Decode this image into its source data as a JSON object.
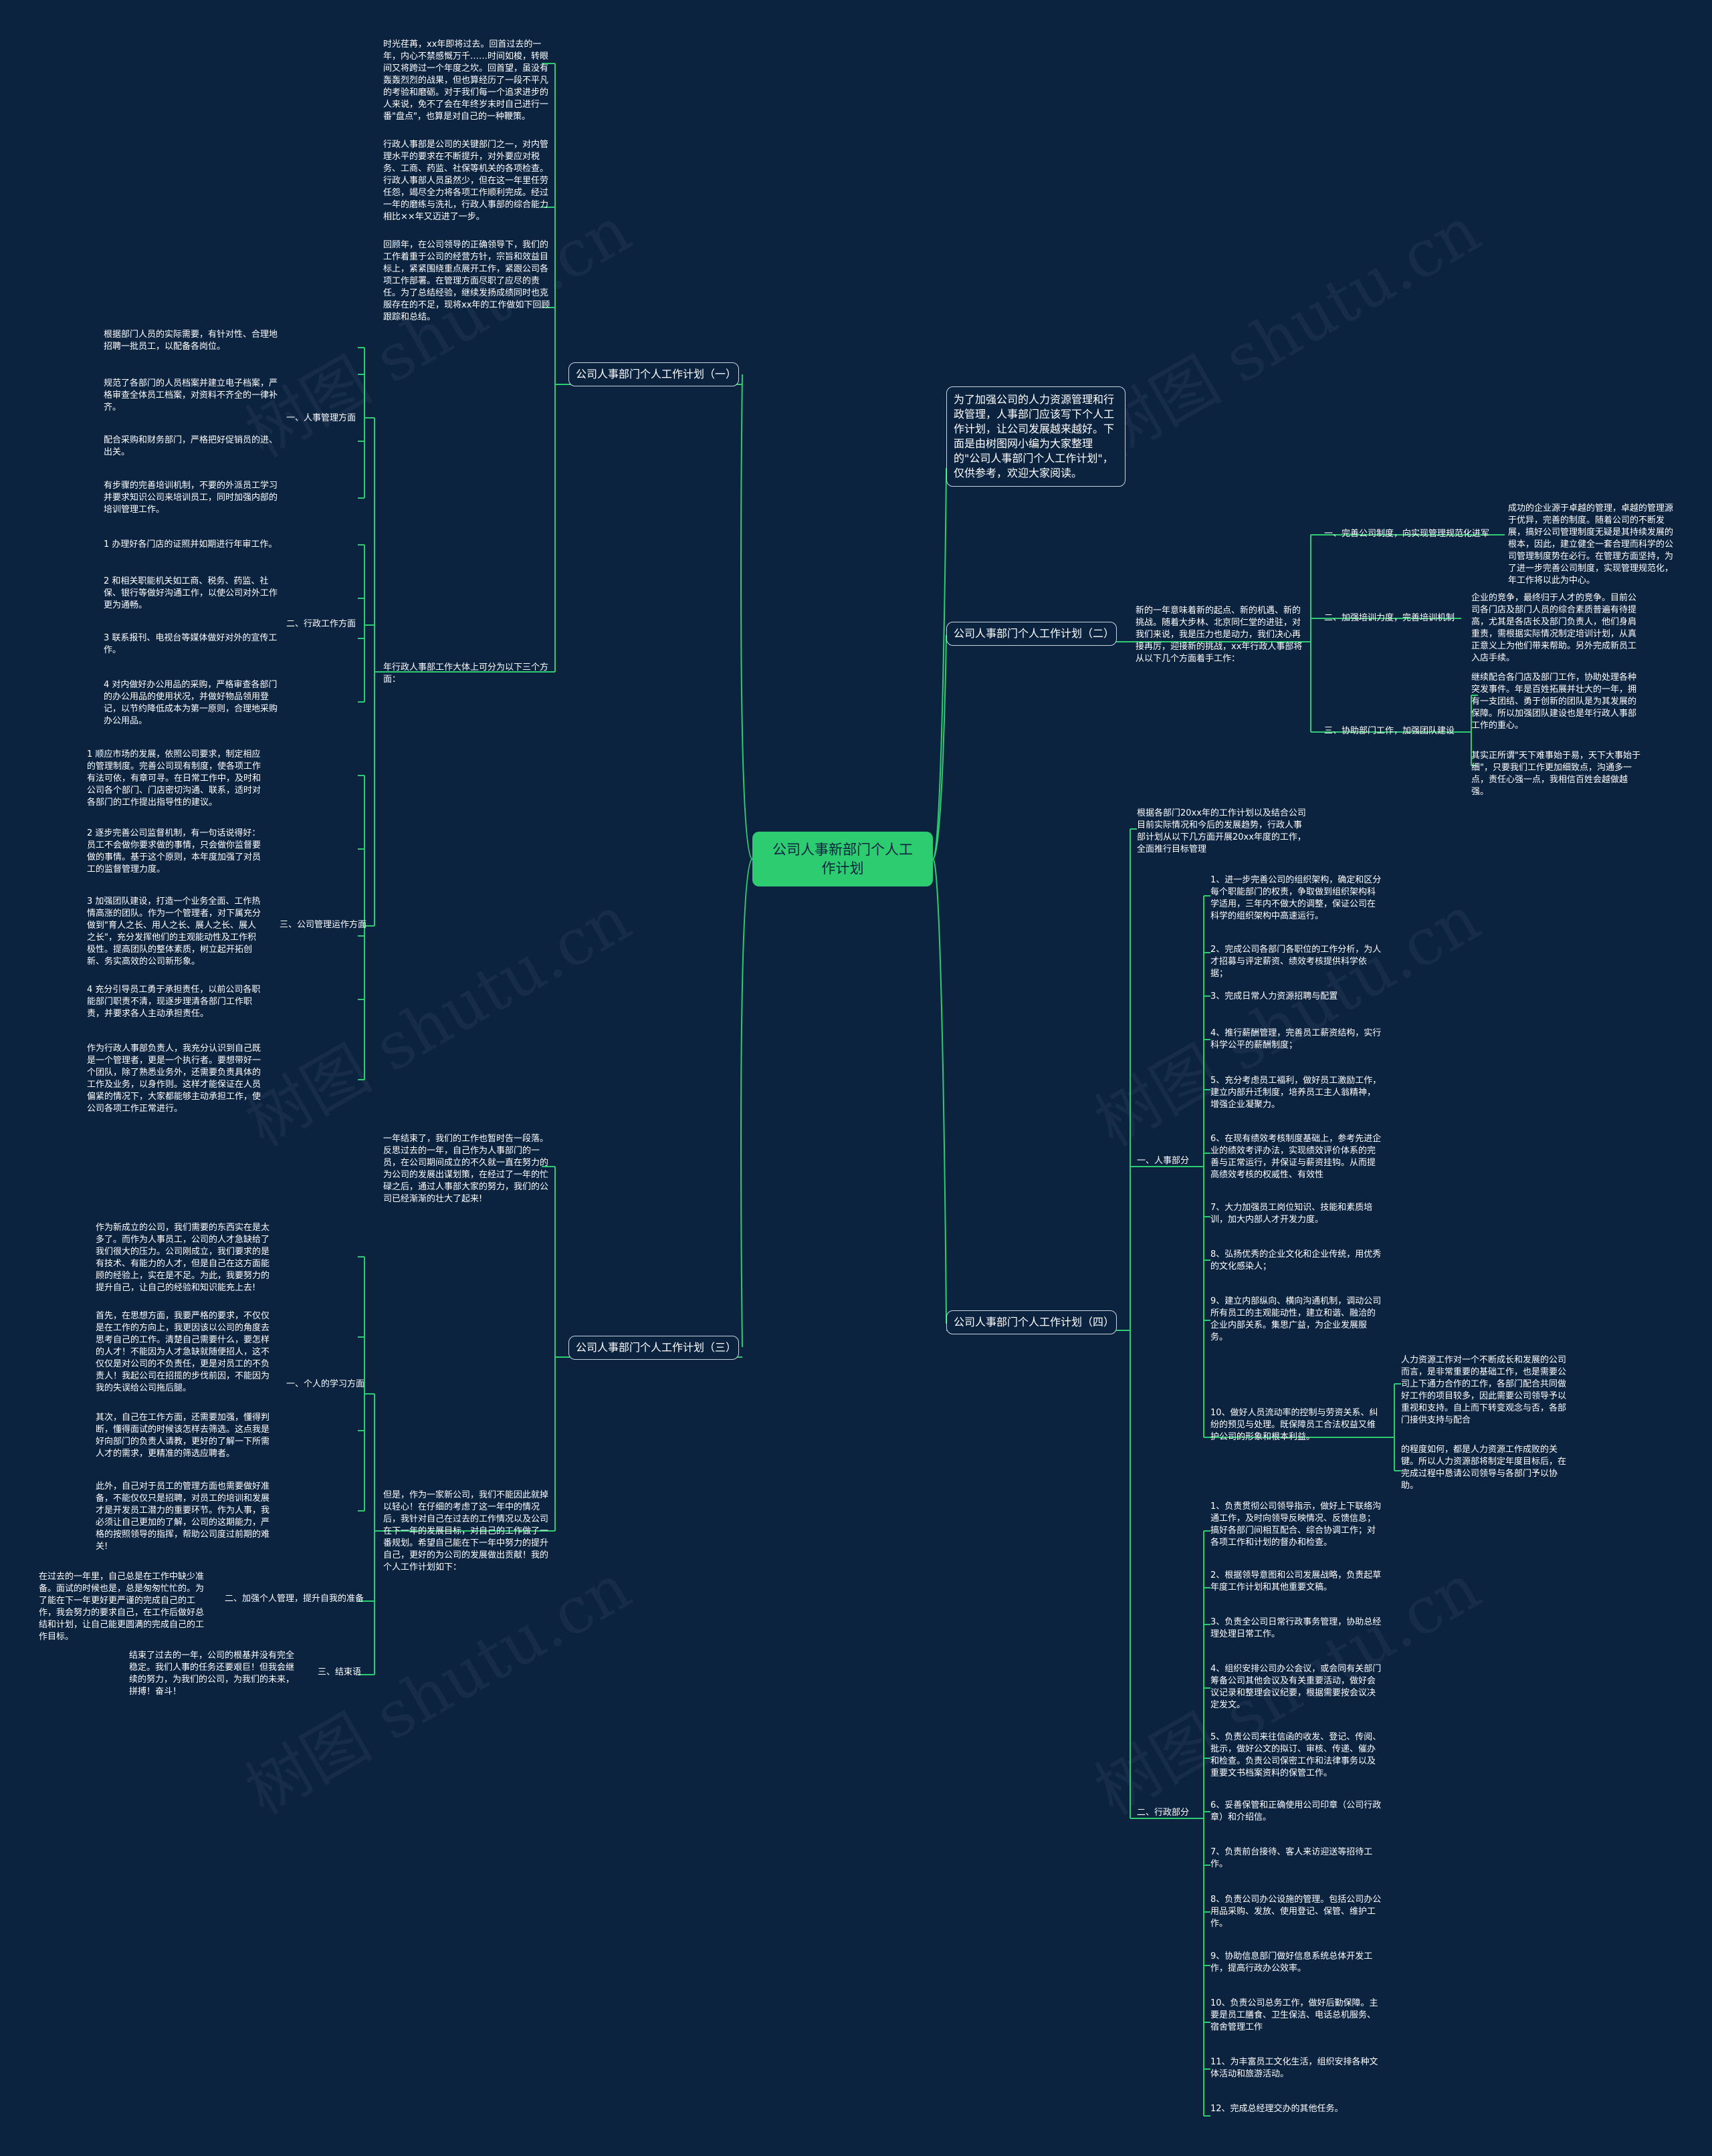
{
  "watermark": "树图 shutu.cn",
  "root": "公司人事新部门个人工作计划",
  "intro": "为了加强公司的人力资源管理和行政管理，人事部门应该写下个人工作计划，让公司发展越来越好。下面是由树图网小编为大家整理的\"公司人事部门个人工作计划\"，仅供参考，欢迎大家阅读。",
  "b1": {
    "title": "公司人事部门个人工作计划（一）",
    "p1": "时光荏苒，xx年即将过去。回首过去的一年，内心不禁感慨万千……时间如梭，转眼间又将跨过一个年度之坎。回首望，虽没有轰轰烈烈的战果，但也算经历了一段不平凡的考验和磨砺。对于我们每一个追求进步的人来说，免不了会在年终岁末时自己进行一番\"盘点\"，也算是对自己的一种鞭策。",
    "p2": "行政人事部是公司的关键部门之一，对内管理水平的要求在不断提升，对外要应对税务、工商、药监、社保等机关的各项检查。行政人事部人员虽然少，但在这一年里任劳任怨，竭尽全力将各项工作顺利完成。经过一年的磨练与洗礼，行政人事部的综合能力相比××年又迈进了一步。",
    "p3": "回顾年，在公司领导的正确领导下，我们的工作着重于公司的经营方针，宗旨和效益目标上，紧紧围绕重点展开工作，紧跟公司各项工作部署。在管理方面尽职了应尽的责任。为了总结经验，继续发扬成绩同时也克服存在的不足，现将xx年的工作做如下回顾跟踪和总结。",
    "summary": "年行政人事部工作大体上可分为以下三个方面：",
    "s1": {
      "label": "一、人事管理方面",
      "items": [
        "根据部门人员的实际需要，有针对性、合理地招聘一批员工，以配备各岗位。",
        "规范了各部门的人员档案并建立电子档案，严格审查全体员工档案，对资料不齐全的一律补齐。",
        "配合采购和财务部门，严格把好促销员的进、出关。",
        "有步骤的完善培训机制，不要的外派员工学习并要求知识公司来培训员工，同时加强内部的培训管理工作。"
      ]
    },
    "s2": {
      "label": "二、行政工作方面",
      "items": [
        "1 办理好各门店的证照并如期进行年审工作。",
        "2 和相关职能机关如工商、税务、药监、社保、银行等做好沟通工作，以使公司对外工作更为通畅。",
        "3 联系报刊、电视台等媒体做好对外的宣传工作。",
        "4 对内做好办公用品的采购，严格审查各部门的办公用品的使用状况，并做好物品领用登记，以节约降低成本为第一原则，合理地采购办公用品。"
      ]
    },
    "s3": {
      "label": "三、公司管理运作方面",
      "items": [
        "1 顺应市场的发展，依照公司要求，制定相应的管理制度。完善公司现有制度，使各项工作有法可依，有章可寻。在日常工作中，及时和公司各个部门、门店密切沟通、联系，适时对各部门的工作提出指导性的建议。",
        "2 逐步完善公司监督机制，有一句话说得好：员工不会做你要求做的事情，只会做你监督要做的事情。基于这个原则，本年度加强了对员工的监督管理力度。",
        "3 加强团队建设，打造一个业务全面、工作热情高涨的团队。作为一个管理者，对下属充分做到\"育人之长、用人之长、展人之长、展人之长\"，充分发挥他们的主观能动性及工作积极性。提高团队的整体素质，树立起开拓创新、务实高效的公司新形象。",
        "4 充分引导员工勇于承担责任，以前公司各职能部门职责不清，现逐步理清各部门工作职责，并要求各人主动承担责任。",
        "作为行政人事部负责人，我充分认识到自己既是一个管理者，更是一个执行者。要想带好一个团队，除了熟悉业务外，还需要负责具体的工作及业务，以身作则。这样才能保证在人员偏紧的情况下，大家都能够主动承担工作，使公司各项工作正常进行。"
      ]
    }
  },
  "b2": {
    "title": "公司人事部门个人工作计划（二）",
    "desc": "新的一年意味着新的起点、新的机遇、新的挑战。随着大步林、北京同仁堂的进驻，对我们来说，我是压力也是动力，我们决心再接再厉，迎接新的挑战，xx年行政人事部将从以下几个方面着手工作：",
    "s1": {
      "label": "一、完善公司制度，向实现管理规范化进军",
      "text": "成功的企业源于卓越的管理，卓越的管理源于优异，完善的制度。随着公司的不断发展，搞好公司管理制度无疑是其持续发展的根本，因此，建立健全一套合理而科学的公司管理制度势在必行。在管理方面坚持，为了进一步完善公司制度，实现管理规范化，年工作将以此为中心。"
    },
    "s2": {
      "label": "二、加强培训力度，完善培训机制",
      "text": "企业的竞争，最终归于人才的竞争。目前公司各门店及部门人员的综合素质普遍有待提高，尤其是各店长及部门负责人，他们身肩重责，需根据实际情况制定培训计划，从真正意义上为他们带来帮助。另外完成新员工入店手续。"
    },
    "s3": {
      "label": "三、协助部门工作，加强团队建设",
      "t1": "继续配合各门店及部门工作，协助处理各种突发事件。年是百姓拓展并壮大的一年，拥有一支团结、勇于创新的团队是为其发展的保障。所以加强团队建设也是年行政人事部工作的重心。",
      "t2": "其实正所谓\"天下难事始于易，天下大事始于细\"，只要我们工作更加细致点，沟通多一点，责任心强一点，我相信百姓会越做越强。"
    }
  },
  "b3": {
    "title": "公司人事部门个人工作计划（三）",
    "p1": "一年结束了，我们的工作也暂时告一段落。反思过去的一年，自己作为人事部门的一员，在公司期间成立的不久就一直在努力的为公司的发展出谋划策，在经过了一年的忙碌之后，通过人事部大家的努力，我们的公司已经渐渐的壮大了起来!",
    "p2": "但是，作为一家新公司，我们不能因此就掉以轻心！在仔细的考虑了这一年中的情况后，我针对自己在过去的工作情况以及公司在下一年的发展目标，对自己的工作做了一番规划。希望自己能在下一年中努力的提升自己，更好的为公司的发展做出贡献！我的个人工作计划如下：",
    "s1": {
      "label": "一、个人的学习方面",
      "items": [
        "作为新成立的公司，我们需要的东西实在是太多了。而作为人事员工，公司的人才急缺给了我们很大的压力。公司刚成立，我们要求的是有技术、有能力的人才，但是自己在这方面能顾的经验上，实在是不足。为此，我要努力的提升自己，让自己的经验和知识能充上去!",
        "首先，在思想方面，我要严格的要求，不仅仅是在工作的方向上，我更因该以公司的角度去思考自己的工作。清楚自己需要什么，要怎样的人才！不能因为人才急缺就随便招人，这不仅仅是对公司的不负责任，更是对员工的不负责人！我起公司在招揽的步伐前因，不能因为我的失误给公司拖后腿。",
        "其次，自己在工作方面，还需要加强，懂得判断，懂得面试的时候该怎样去筛选。这点我是好向部门的负责人请教，更好的了解一下所需人才的需求，更精准的筛选应聘者。",
        "此外，自己对于员工的管理方面也需要做好准备，不能仅仅只是招聘，对员工的培训和发展才是开发员工潜力的重要环节。作为人事，我必须让自己更加的了解，公司的这期能力，严格的按照领导的指挥，帮助公司度过前期的难关!"
      ]
    },
    "s2": {
      "label": "二、加强个人管理，提升自我的准备",
      "text": "在过去的一年里，自己总是在工作中缺少准备。面试的时候也是，总是匆匆忙忙的。为了能在下一年更好更严谨的完成自己的工作，我会努力的要求自己，在工作后做好总结和计划，让自己能更圆满的完成自己的工作目标。"
    },
    "s3": {
      "label": "三、结束语",
      "text": "结束了过去的一年，公司的根基并没有完全稳定。我们人事的任务还要艰巨！但我会继续的努力，为我们的公司，为我们的未来，拼搏！奋斗！"
    }
  },
  "b4": {
    "title": "公司人事部门个人工作计划（四）",
    "desc": "根据各部门20xx年的工作计划以及结合公司目前实际情况和今后的发展趋势，行政人事部计划从以下几方面开展20xx年度的工作，全面推行目标管理",
    "s1": {
      "label": "一、人事部分",
      "items": [
        "1、进一步完善公司的组织架构，确定和区分每个职能部门的权责，争取做到组织架构科学适用，三年内不做大的调整，保证公司在科学的组织架构中高速运行。",
        "2、完成公司各部门各职位的工作分析，为人才招募与评定薪资、绩效考核提供科学依据；",
        "3、完成日常人力资源招聘与配置",
        "4、推行薪酬管理，完善员工薪资结构，实行科学公平的薪酬制度；",
        "5、充分考虑员工福利，做好员工激励工作，建立内部升迁制度，培养员工主人翁精神，增强企业凝聚力。",
        "6、在现有绩效考核制度基础上，参考先进企业的绩效考评办法，实现绩效评价体系的完善与正常运行，并保证与薪资挂钩。从而提高绩效考核的权威性、有效性",
        "7、大力加强员工岗位知识、技能和素质培训，加大内部人才开发力度。",
        "8、弘扬优秀的企业文化和企业传统，用优秀的文化感染人；",
        "9、建立内部纵向、横向沟通机制，调动公司所有员工的主观能动性，建立和谐、融洽的企业内部关系。集思广益，为企业发展服务。",
        "10、做好人员流动率的控制与劳资关系、纠纷的预见与处理。既保障员工合法权益又维护公司的形象和根本利益。"
      ],
      "extra1": "人力资源工作对一个不断成长和发展的公司而言，是非常重要的基础工作，也是需要公司上下通力合作的工作，各部门配合共同做好工作的项目较多，因此需要公司领导予以重视和支持。自上而下转变观念与否，各部门接供支持与配合",
      "extra2": "的程度如何，都是人力资源工作成败的关键。所以人力资源部将制定年度目标后，在完成过程中恳请公司领导与各部门予以协助。"
    },
    "s2": {
      "label": "二、行政部分",
      "items": [
        "1、负责贯彻公司领导指示，做好上下联络沟通工作，及时向领导反映情况、反馈信息；搞好各部门间相互配合、综合协调工作；对各项工作和计划的督办和检查。",
        "2、根据领导意图和公司发展战略，负责起草年度工作计划和其他重要文稿。",
        "3、负责全公司日常行政事务管理，协助总经理处理日常工作。",
        "4、组织安排公司办公会议，或会同有关部门筹备公司其他会议及有关重要活动，做好会议记录和整理会议纪要，根据需要按会议决定发文。",
        "5、负责公司来往信函的收发、登记、传阅、批示，做好公文的拟订、审核、传递、催办和检查。负责公司保密工作和法律事务以及重要文书档案资料的保管工作。",
        "6、妥善保管和正确使用公司印章（公司行政章）和介绍信。",
        "7、负责前台接待、客人来访迎送等招待工作。",
        "8、负责公司办公设施的管理。包括公司办公用品采购、发放、使用登记、保管、维护工作。",
        "9、协助信息部门做好信息系统总体开发工作，提高行政办公效率。",
        "10、负责公司总务工作，做好后勤保障。主要是员工膳食、卫生保洁、电话总机服务、宿舍管理工作",
        "11、为丰富员工文化生活，组织安排各种文体活动和旅游活动。",
        "12、完成总经理交办的其他任务。"
      ]
    }
  }
}
